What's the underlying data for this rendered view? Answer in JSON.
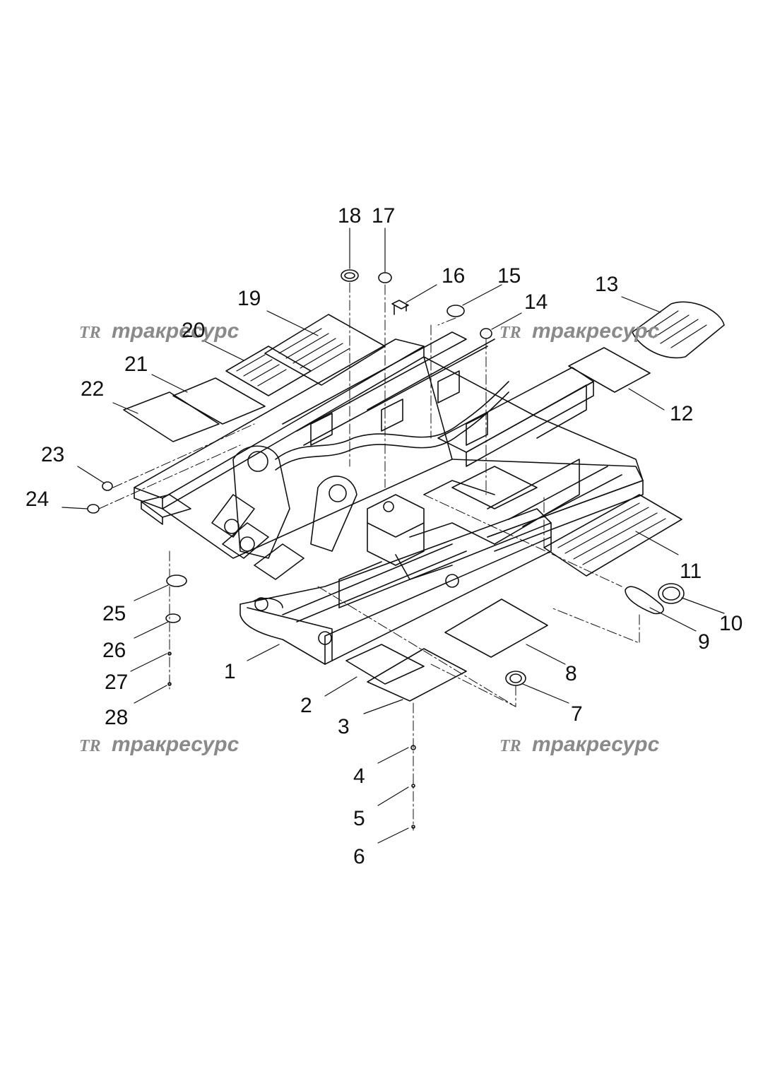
{
  "watermark": {
    "brand": "тракресурс",
    "logo_letters": "TR"
  },
  "callouts": [
    "1",
    "2",
    "3",
    "4",
    "5",
    "6",
    "7",
    "8",
    "9",
    "10",
    "11",
    "12",
    "13",
    "14",
    "15",
    "16",
    "17",
    "18",
    "19",
    "20",
    "21",
    "22",
    "23",
    "24",
    "25",
    "26",
    "27",
    "28"
  ]
}
